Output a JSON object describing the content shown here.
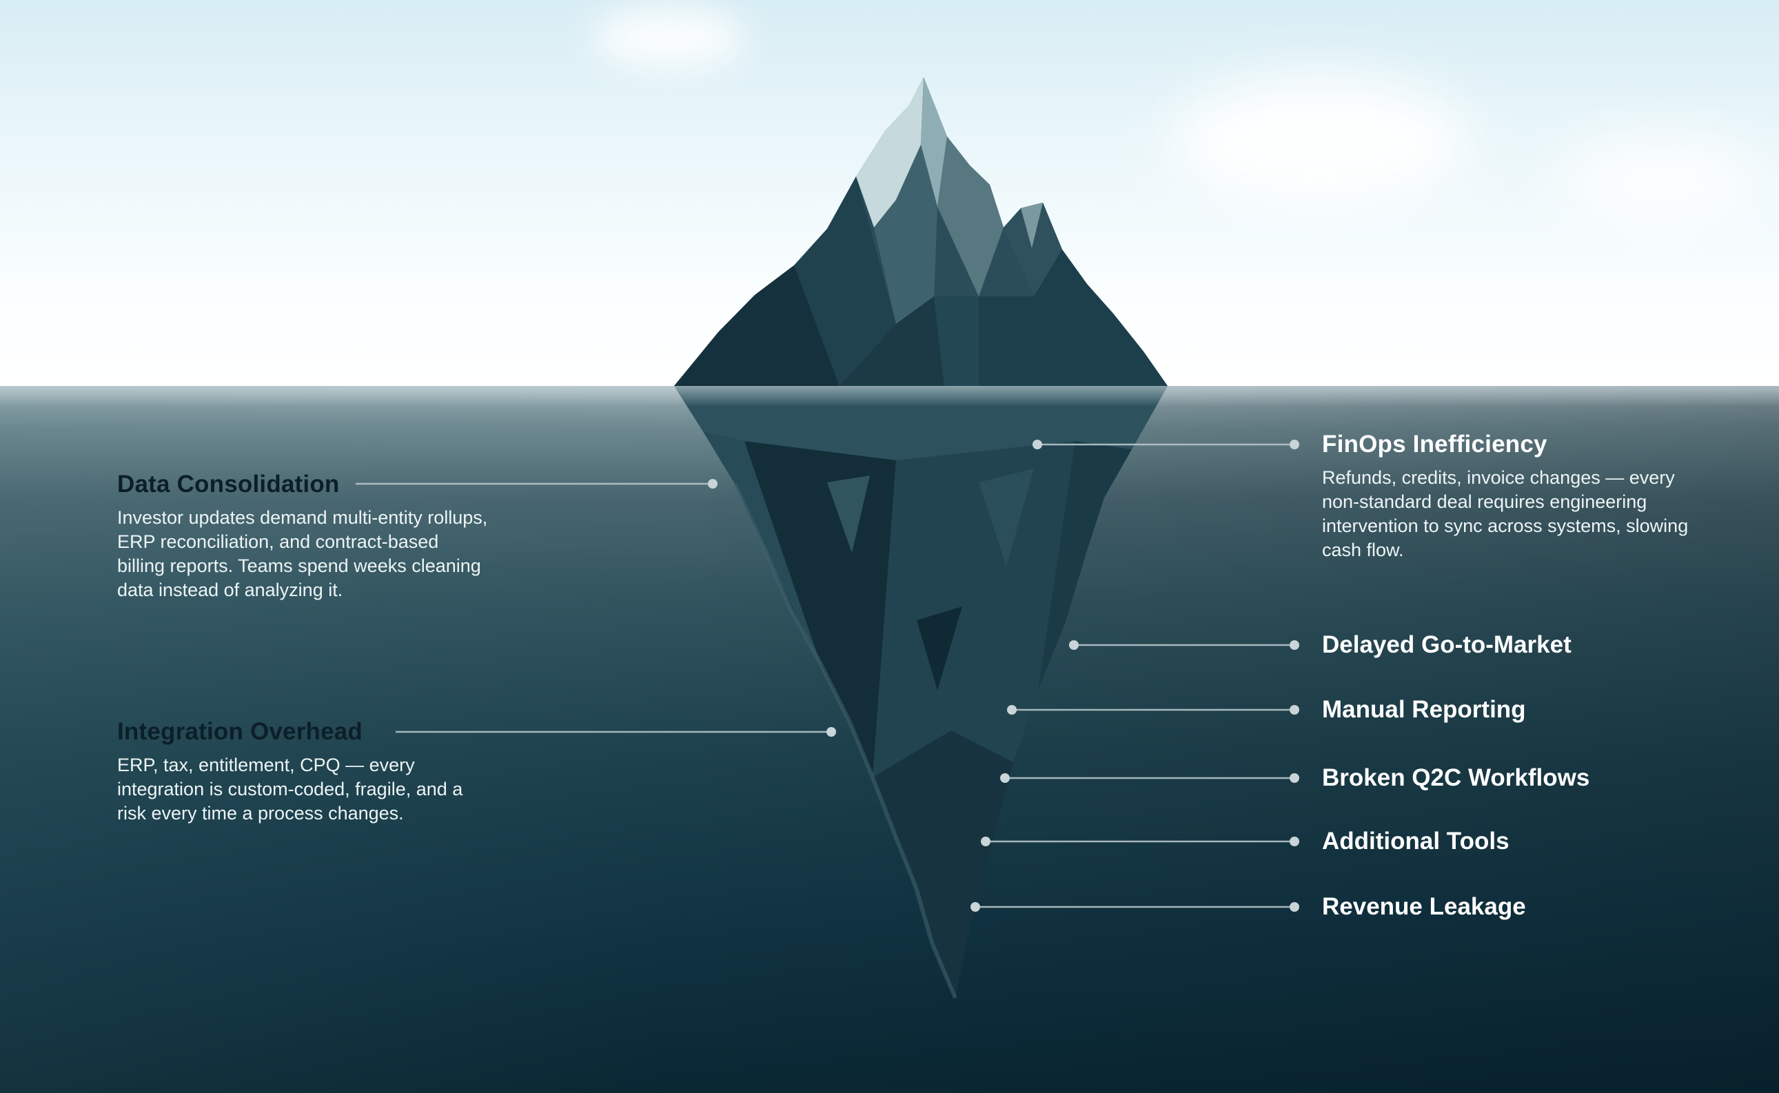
{
  "left_labels": [
    {
      "title": "Data Consolidation",
      "description": "Investor updates demand multi-entity rollups, ERP reconciliation, and contract-based billing reports. Teams spend weeks cleaning data instead of analyzing it."
    },
    {
      "title": "Integration Overhead",
      "description": "ERP, tax, entitlement, CPQ — every integration is custom-coded, fragile, and a risk every time a process changes."
    }
  ],
  "right_labels": [
    {
      "title": "FinOps Inefficiency",
      "description": "Refunds, credits, invoice changes — every non-standard deal requires engineering intervention to sync across systems, slowing cash flow."
    },
    {
      "title": "Delayed Go-to-Market"
    },
    {
      "title": "Manual Reporting"
    },
    {
      "title": "Broken Q2C Workflows"
    },
    {
      "title": "Additional Tools"
    },
    {
      "title": "Revenue Leakage"
    }
  ],
  "colors": {
    "sky_top": "#d7edf4",
    "water_surface": "#9aaeb4",
    "water_deep": "#092733",
    "iceberg_dark": "#15313d",
    "iceberg_light": "#c6d9dd",
    "leader_line": "#b6c5c9",
    "title_dark": "#0c1f29",
    "title_light": "#ffffff",
    "body_text": "#edf4f5"
  }
}
